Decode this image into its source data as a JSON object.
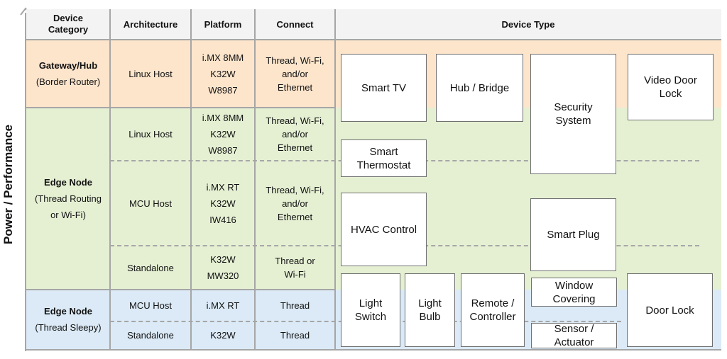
{
  "y_axis": {
    "label": "Power / Performance"
  },
  "headers": {
    "device_category": "Device Category",
    "architecture": "Architecture",
    "platform": "Platform",
    "connect": "Connect",
    "device_type": "Device Type"
  },
  "rows": {
    "gateway": {
      "category_title": "Gateway/Hub",
      "category_sub": "(Border Router)",
      "architecture": "Linux Host",
      "platform": [
        "i.MX 8MM",
        "K32W",
        "W8987"
      ],
      "connect": "Thread, Wi-Fi, and/or Ethernet"
    },
    "edge_node": {
      "category_title": "Edge Node",
      "category_sub": [
        "(Thread Routing",
        "or Wi-Fi)"
      ],
      "linux": {
        "architecture": "Linux Host",
        "platform": [
          "i.MX 8MM",
          "K32W",
          "W8987"
        ],
        "connect": "Thread, Wi-Fi, and/or Ethernet"
      },
      "mcu": {
        "architecture": "MCU Host",
        "platform": [
          "i.MX RT",
          "K32W",
          "IW416"
        ],
        "connect": "Thread, Wi-Fi, and/or Ethernet"
      },
      "standalone": {
        "architecture": "Standalone",
        "platform": [
          "K32W",
          "MW320"
        ],
        "connect": "Thread or Wi-Fi"
      }
    },
    "sleepy": {
      "category_title": "Edge Node",
      "category_sub": "(Thread Sleepy)",
      "mcu": {
        "architecture": "MCU Host",
        "platform": "i.MX RT",
        "connect": "Thread"
      },
      "standalone": {
        "architecture": "Standalone",
        "platform": "K32W",
        "connect": "Thread"
      }
    }
  },
  "device_types": {
    "smart_tv": "Smart TV",
    "hub_bridge": "Hub / Bridge",
    "security_system": "Security System",
    "video_door_lock": "Video Door Lock",
    "smart_thermostat": "Smart Thermostat",
    "hvac_control": "HVAC Control",
    "smart_plug": "Smart Plug",
    "light_switch": "Light Switch",
    "light_bulb": "Light Bulb",
    "remote_controller": "Remote / Controller",
    "window_covering": "Window Covering",
    "sensor_actuator": "Sensor / Actuator",
    "door_lock": "Door Lock"
  }
}
